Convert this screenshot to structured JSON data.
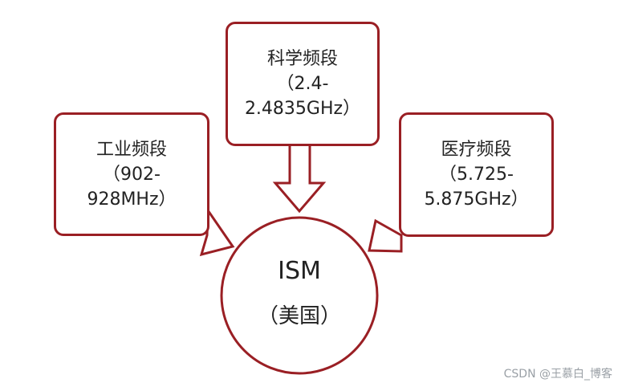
{
  "boxes": {
    "industrial": {
      "name": "工业频段",
      "range1": "（902-",
      "range2": "928MHz）"
    },
    "scientific": {
      "name": "科学频段",
      "range1": "（2.4-",
      "range2": "2.4835GHz）"
    },
    "medical": {
      "name": "医疗频段",
      "range1": "（5.725-",
      "range2": "5.875GHz）"
    }
  },
  "center": {
    "title": "ISM",
    "subtitle": "（美国）"
  },
  "watermark": "CSDN @王慕白_博客",
  "colors": {
    "accent": "#9a1f24",
    "text": "#222222",
    "watermark": "#9aa0a6"
  }
}
